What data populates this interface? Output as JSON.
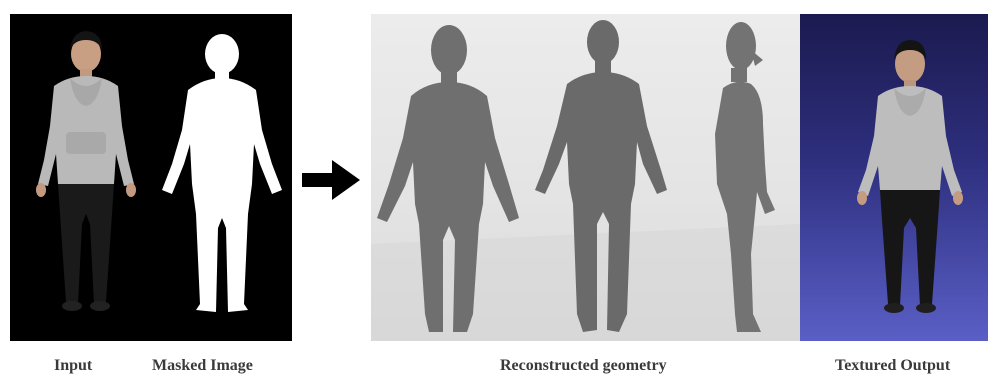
{
  "captions": {
    "input": "Input",
    "masked": "Masked Image",
    "geometry": "Reconstructed geometry",
    "textured": "Textured Output"
  },
  "colors": {
    "input_bg": "#000000",
    "mask_fill": "#ffffff",
    "mesh_gray": "#6f6f6f",
    "hoodie": "#b9b9b9",
    "pants": "#1a1a1a",
    "textured_bg_top": "#1b1a4f",
    "textured_bg_bottom": "#5a5fc6",
    "arrow": "#000000"
  },
  "icons": {
    "arrow": "right-arrow-icon"
  }
}
